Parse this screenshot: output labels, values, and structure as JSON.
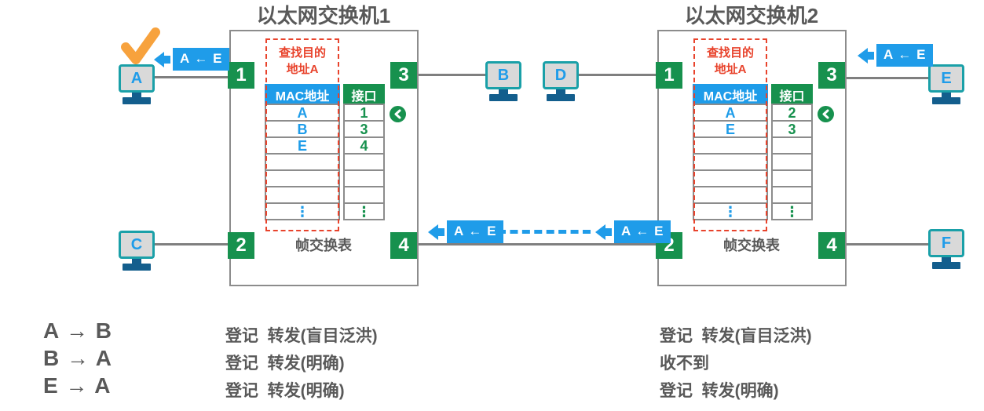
{
  "colors": {
    "port_green": "#17914e",
    "frame_blue": "#1f9ce9",
    "host_teal": "#1aa0a8",
    "host_stand_blue": "#135e8d",
    "check_orange": "#f7a23d",
    "lookup_red": "#e8432c",
    "text_gray": "#595959",
    "line_gray": "#7f7f7f"
  },
  "switch1": {
    "title": "以太网交换机1",
    "lookup_line1": "查找目的",
    "lookup_line2": "地址A",
    "caption": "帧交换表",
    "ports": {
      "p1": "1",
      "p2": "2",
      "p3": "3",
      "p4": "4"
    },
    "table": {
      "mac_header": "MAC地址",
      "port_header": "接口",
      "mac_col": [
        "A",
        "B",
        "E",
        "",
        "",
        "",
        "⋮"
      ],
      "port_col": [
        "1",
        "3",
        "4",
        "",
        "",
        "",
        "⋮"
      ]
    }
  },
  "switch2": {
    "title": "以太网交换机2",
    "lookup_line1": "查找目的",
    "lookup_line2": "地址A",
    "caption": "帧交换表",
    "ports": {
      "p1": "1",
      "p2": "2",
      "p3": "3",
      "p4": "4"
    },
    "table": {
      "mac_header": "MAC地址",
      "port_header": "接口",
      "mac_col": [
        "A",
        "E",
        "",
        "",
        "",
        "",
        "⋮"
      ],
      "port_col": [
        "2",
        "3",
        "",
        "",
        "",
        "",
        "⋮"
      ]
    }
  },
  "hosts": {
    "a": "A",
    "b": "B",
    "c": "C",
    "d": "D",
    "e": "E",
    "f": "F"
  },
  "frames": {
    "to_a": "A ← E",
    "mid_left": "A ← E",
    "mid_right": "A ← E",
    "from_e": "A ← E"
  },
  "legend": {
    "rows": [
      {
        "flow": "A → B",
        "switch1_result": "登记  转发(盲目泛洪)",
        "switch2_result": "登记  转发(盲目泛洪)"
      },
      {
        "flow": "B → A",
        "switch1_result": "登记  转发(明确)",
        "switch2_result": "收不到"
      },
      {
        "flow": "E → A",
        "switch1_result": "登记  转发(明确)",
        "switch2_result": "登记  转发(明确)"
      }
    ]
  }
}
